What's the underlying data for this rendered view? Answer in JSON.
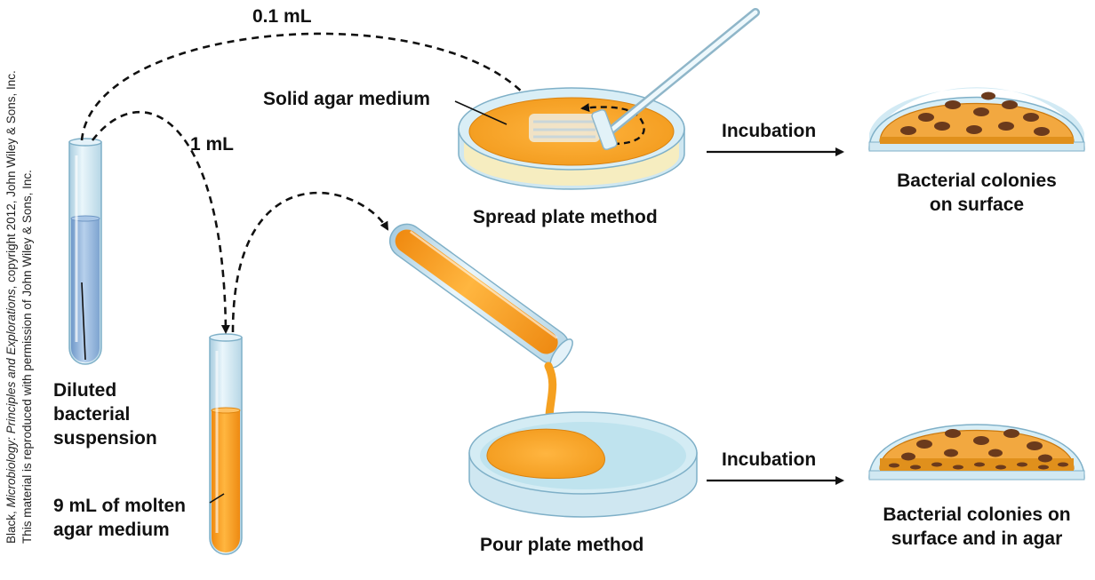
{
  "labels": {
    "transfer_0_1": "0.1 mL",
    "transfer_1": "1 mL",
    "solid_agar": "Solid agar medium",
    "spread_method": "Spread plate method",
    "pour_method": "Pour plate method",
    "incubation_top": "Incubation",
    "incubation_bottom": "Incubation",
    "diluted_line1": "Diluted",
    "diluted_line2": "bacterial",
    "diluted_line3": "suspension",
    "molten_line1": "9 mL of molten",
    "molten_line2": "agar medium",
    "result_top_line1": "Bacterial colonies",
    "result_top_line2": "on surface",
    "result_bottom_line1": "Bacterial colonies on",
    "result_bottom_line2": "surface and in agar"
  },
  "credit": {
    "line1_a": "Black, ",
    "line1_italic": "Microbiology: Principles and Explorations",
    "line1_b": ", copyright 2012, John Wiley & Sons, Inc.",
    "line2": "This material is reproduced with permission of John Wiley & Sons, Inc."
  },
  "colors": {
    "agar_orange": "#f5a020",
    "suspension_blue": "#8fb3dc",
    "glass_blue": "#cfe6f2",
    "colony_brown": "#6b3a1c"
  }
}
